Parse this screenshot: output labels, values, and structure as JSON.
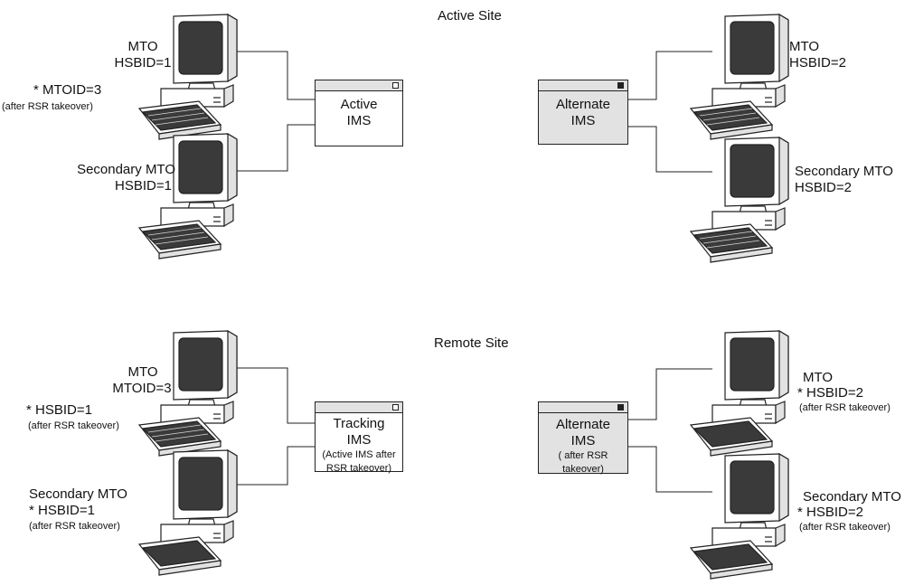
{
  "sites": {
    "active": "Active Site",
    "remote": "Remote Site"
  },
  "active_site": {
    "left_top": {
      "line1": "MTO",
      "line2": "HSBID=1",
      "note_star": "* MTOID=3",
      "note_paren": "(after RSR takeover)"
    },
    "left_bottom": {
      "line1": "Secondary MTO",
      "line2": "HSBID=1"
    },
    "center_left": {
      "line1": "Active",
      "line2": "IMS"
    },
    "center_right": {
      "line1": "Alternate",
      "line2": "IMS"
    },
    "right_top": {
      "line1": "MTO",
      "line2": "HSBID=2"
    },
    "right_bottom": {
      "line1": "Secondary MTO",
      "line2": "HSBID=2"
    }
  },
  "remote_site": {
    "left_top": {
      "line1": "MTO",
      "line2": "MTOID=3",
      "note_star": "* HSBID=1",
      "note_paren": "(after RSR takeover)"
    },
    "left_bottom": {
      "line1": "Secondary MTO",
      "line2": "* HSBID=1",
      "note_paren": "(after RSR takeover)"
    },
    "center_left": {
      "line1": "Tracking",
      "line2": "IMS",
      "sub1": "(Active IMS after",
      "sub2": "RSR takeover)"
    },
    "center_right": {
      "line1": "Alternate",
      "line2": "IMS",
      "sub1": "( after RSR",
      "sub2": "takeover)"
    },
    "right_top": {
      "line1": "MTO",
      "line2": "* HSBID=2",
      "note_paren": "(after RSR takeover)"
    },
    "right_bottom": {
      "line1": "Secondary MTO",
      "line2": "* HSBID=2",
      "note_paren": "(after RSR takeover)"
    }
  },
  "colors": {
    "ink": "#222222",
    "screen": "#3a3a3a",
    "shade": "#e2e2e2"
  }
}
